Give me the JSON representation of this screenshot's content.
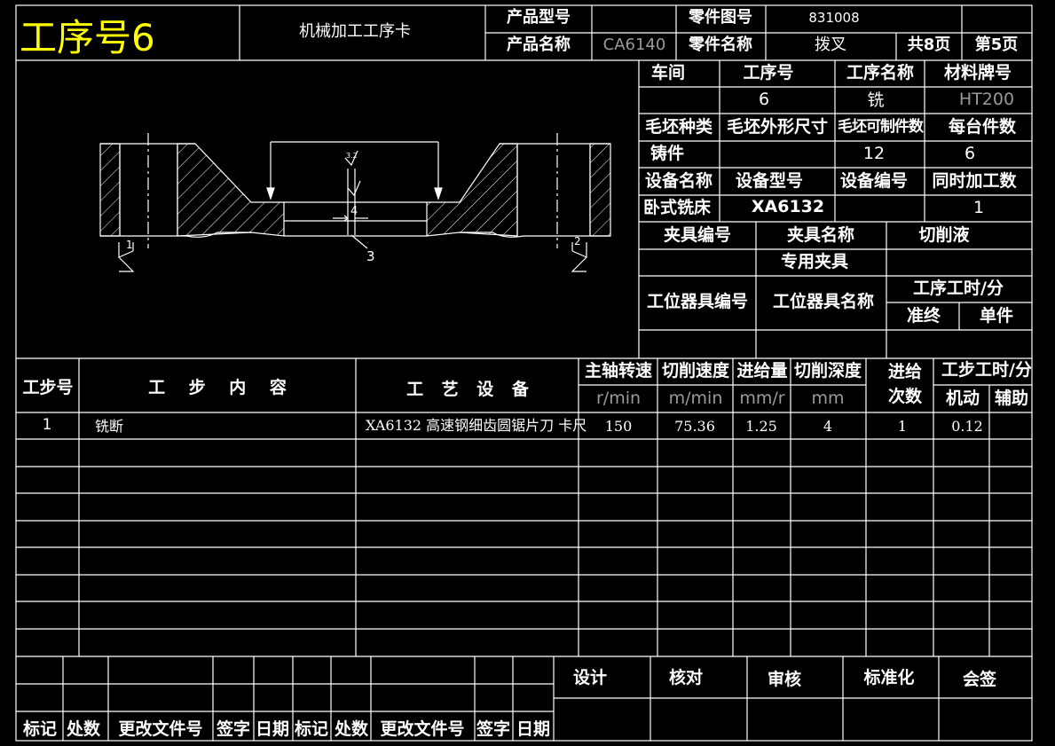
{
  "header": {
    "process_no_label": "工序号6",
    "card_title": "机械加工工序卡",
    "product_model_label": "产品型号",
    "product_model_value": "",
    "part_drawing_no_label": "零件图号",
    "part_drawing_no_value": "831008",
    "product_name_label": "产品名称",
    "product_name_value": "CA6140",
    "part_name_label": "零件名称",
    "part_name_value": "拨叉",
    "total_pages": "共8页",
    "page_no": "第5页"
  },
  "info": {
    "workshop_label": "车间",
    "process_no_label": "工序号",
    "process_name_label": "工序名称",
    "material_label": "材料牌号",
    "workshop_value": "",
    "process_no_value": "6",
    "process_name_value": "铣",
    "material_value": "HT200",
    "blank_type_label": "毛坯种类",
    "blank_size_label": "毛坯外形尺寸",
    "blank_count_label": "毛坯可制件数",
    "per_unit_label": "每台件数",
    "blank_type_value": "铸件",
    "blank_size_value": "",
    "blank_count_value": "12",
    "per_unit_value": "6",
    "equip_name_label": "设备名称",
    "equip_model_label": "设备型号",
    "equip_no_label": "设备编号",
    "simul_label": "同时加工数",
    "equip_name_value": "卧式铣床",
    "equip_model_value": "XA6132",
    "equip_no_value": "",
    "simul_value": "1",
    "fixture_no_label": "夹具编号",
    "fixture_name_label": "夹具名称",
    "coolant_label": "切削液",
    "fixture_name_value": "专用夹具",
    "station_tool_no_label": "工位器具编号",
    "station_tool_name_label": "工位器具名称",
    "process_time_label": "工序工时/分",
    "prep_label": "准终",
    "unit_label": "单件"
  },
  "drawing": {
    "dim_cut_depth": "4",
    "callout_no": "3",
    "datum_1": "1",
    "datum_2": "2",
    "roughness": "3.2"
  },
  "steps_table": {
    "headers": {
      "step_no": "工步号",
      "content": "工 步 内 容",
      "equipment": "工 艺 设 备",
      "spindle_speed": "主轴转速",
      "cutting_speed": "切削速度",
      "feed": "进给量",
      "depth": "切削深度",
      "passes_1": "进给",
      "passes_2": "次数",
      "step_time": "工步工时/分",
      "machine": "机动",
      "aux": "辅助"
    },
    "units": [
      "r/min",
      "m/min",
      "mm/r",
      "mm"
    ],
    "rows": [
      {
        "step": "1",
        "content": "铣断",
        "equipment": "XA6132 高速钢细齿圆锯片刀 卡尺",
        "speed": "150",
        "cut_speed": "75.36",
        "feed": "1.25",
        "depth": "4",
        "passes": "1",
        "machine_time": "0.12",
        "aux_time": ""
      }
    ]
  },
  "footer": {
    "design": "设计",
    "check": "核对",
    "review": "审核",
    "standard": "标准化",
    "countersign": "会签",
    "rev_labels": [
      "标记",
      "处数",
      "更改文件号",
      "签字",
      "日期",
      "标记",
      "处数",
      "更改文件号",
      "签字",
      "日期"
    ]
  },
  "colors": {
    "line": "#ffffff",
    "accent": "#ffff00",
    "muted": "#9a9a9a",
    "background": "#000000"
  }
}
